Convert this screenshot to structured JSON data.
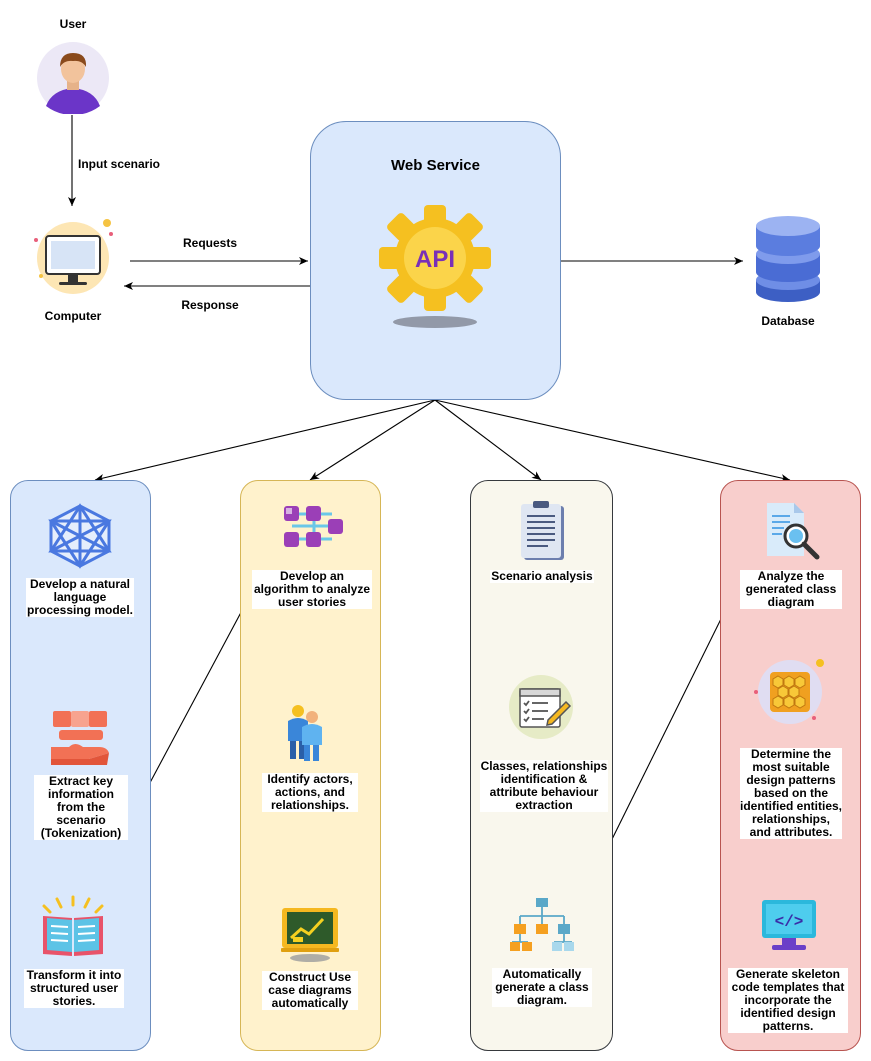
{
  "user": {
    "label": "User"
  },
  "flow": {
    "input_scenario": "Input scenario",
    "requests": "Requests",
    "response": "Response"
  },
  "computer": {
    "label": "Computer"
  },
  "web_service": {
    "title": "Web Service",
    "api_text": "API"
  },
  "database": {
    "label": "Database"
  },
  "columns": [
    {
      "color": "#dae8fc",
      "steps": [
        {
          "icon": "neural-network-icon",
          "text": "Develop a natural language processing model."
        },
        {
          "icon": "data-extraction-icon",
          "text": "Extract key information from the scenario (Tokenization)"
        },
        {
          "icon": "open-book-icon",
          "text": "Transform it into structured user stories."
        }
      ]
    },
    {
      "color": "#fff2cc",
      "steps": [
        {
          "icon": "algorithm-flow-icon",
          "text": "Develop an algorithm to analyze user stories"
        },
        {
          "icon": "people-icon",
          "text": "Identify actors, actions, and relationships."
        },
        {
          "icon": "chart-board-icon",
          "text": "Construct Use case diagrams automatically"
        }
      ]
    },
    {
      "color": "#f9f7ed",
      "steps": [
        {
          "icon": "clipboard-document-icon",
          "text": "Scenario analysis"
        },
        {
          "icon": "checklist-pencil-icon",
          "text": "Classes, relationships identification & attribute behaviour extraction"
        },
        {
          "icon": "class-hierarchy-icon",
          "text": "Automatically generate a class diagram."
        }
      ]
    },
    {
      "color": "#f8cecc",
      "steps": [
        {
          "icon": "file-search-icon",
          "text": "Analyze  the generated  class diagram"
        },
        {
          "icon": "honeycomb-pattern-icon",
          "text": "Determine  the most suitable design patterns based on the identified entities, relationships, and attributes."
        },
        {
          "icon": "code-monitor-icon",
          "text": "Generate skeleton code templates that incorporate the identified design patterns."
        }
      ]
    }
  ]
}
